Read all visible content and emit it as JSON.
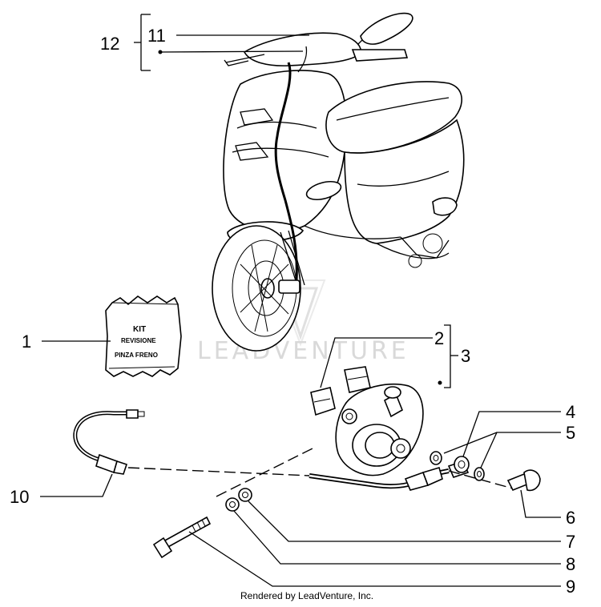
{
  "callouts": [
    {
      "id": "1",
      "label": "1"
    },
    {
      "id": "2",
      "label": "2"
    },
    {
      "id": "3",
      "label": "3"
    },
    {
      "id": "4",
      "label": "4"
    },
    {
      "id": "5",
      "label": "5"
    },
    {
      "id": "6",
      "label": "6"
    },
    {
      "id": "7",
      "label": "7"
    },
    {
      "id": "8",
      "label": "8"
    },
    {
      "id": "9",
      "label": "9"
    },
    {
      "id": "10",
      "label": "10"
    },
    {
      "id": "11",
      "label": "11"
    },
    {
      "id": "12",
      "label": "12"
    }
  ],
  "kit": {
    "line1": "KIT",
    "line2": "REVISIONE",
    "line3": "PINZA FRENO"
  },
  "watermark": "LEADVENTURE",
  "footer": "Rendered by LeadVenture, Inc."
}
